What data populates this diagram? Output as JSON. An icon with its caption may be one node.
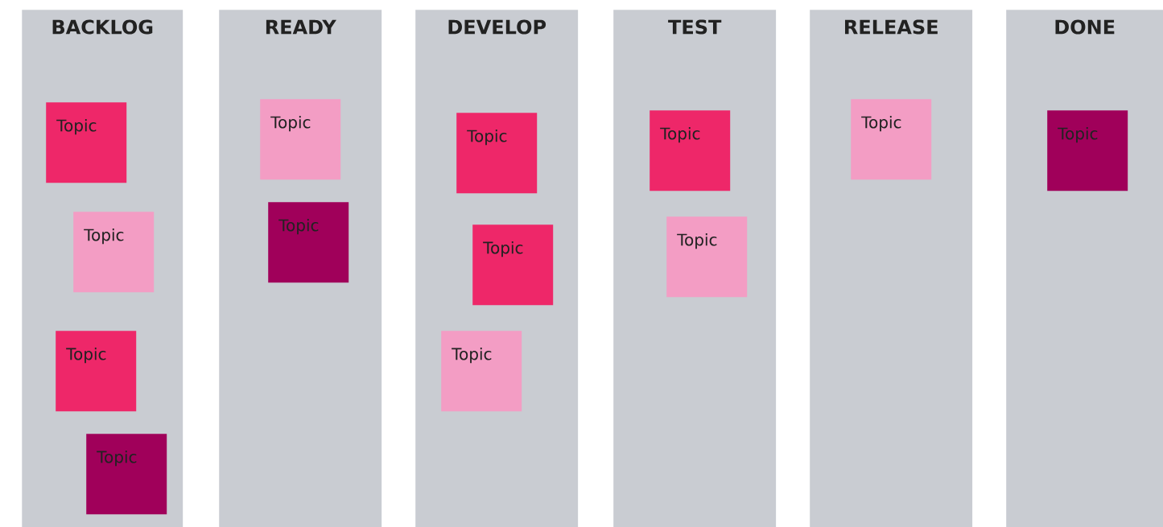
{
  "diagram": {
    "nodes": [
      {
        "text": [
          "BACKLOG"
        ]
      },
      {
        "text": [
          "Topic"
        ],
        "in": 0
      },
      {
        "text": [
          "Topic"
        ],
        "in": 0
      },
      {
        "text": [
          "Topic"
        ],
        "in": 0
      },
      {
        "text": [
          "Topic"
        ],
        "in": 0
      },
      {
        "text": [
          "READY"
        ]
      },
      {
        "text": [
          "Topic"
        ],
        "in": 5
      },
      {
        "text": [
          "Topic"
        ],
        "in": 5
      },
      {
        "text": [
          "DEVELOP"
        ]
      },
      {
        "text": [
          "Topic"
        ],
        "in": 8
      },
      {
        "text": [
          "Topic"
        ],
        "in": 8
      },
      {
        "text": [
          "Topic"
        ],
        "in": 8
      },
      {
        "text": [
          "TEST"
        ]
      },
      {
        "text": [
          "Topic"
        ],
        "in": 12
      },
      {
        "text": [
          "Topic"
        ],
        "in": 12
      },
      {
        "text": [
          "RELEASE"
        ]
      },
      {
        "text": [
          "Topic"
        ],
        "in": 15
      },
      {
        "text": [
          "DONE"
        ]
      },
      {
        "text": [
          "Topic"
        ],
        "in": 17
      }
    ]
  }
}
